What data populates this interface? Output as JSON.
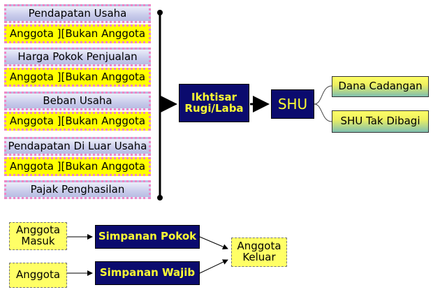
{
  "left_stack": [
    {
      "label": "Pendapatan Usaha",
      "style": "lavender"
    },
    {
      "label": "Anggota ][Bukan Anggota",
      "style": "yellow"
    },
    {
      "label": "Harga Pokok Penjualan",
      "style": "lavender"
    },
    {
      "label": "Anggota ][Bukan Anggota",
      "style": "yellow"
    },
    {
      "label": "Beban Usaha",
      "style": "lavender"
    },
    {
      "label": "Anggota ][Bukan Anggota",
      "style": "yellow"
    },
    {
      "label": "Pendapatan Di Luar Usaha",
      "style": "lavender"
    },
    {
      "label": "Anggota ][Bukan Anggota",
      "style": "yellow"
    },
    {
      "label": "Pajak Penghasilan",
      "style": "lavender"
    }
  ],
  "ikhtisar": {
    "line1": "Ikhtisar",
    "line2": "Rugi/Laba"
  },
  "shu": "SHU",
  "dana_cadangan": "Dana Cadangan",
  "shu_tak_dibagi": "SHU Tak Dibagi",
  "anggota_masuk": {
    "line1": "Anggota",
    "line2": "Masuk"
  },
  "anggota": "Anggota",
  "simpanan_pokok": "Simpanan Pokok",
  "simpanan_wajib": "Simpanan Wajib",
  "anggota_keluar": {
    "line1": "Anggota",
    "line2": "Keluar"
  },
  "colors": {
    "navy": "#0b0b6e",
    "yellow": "#ffff00",
    "lavender": "#c9cceb",
    "pink_dots": "#ef86c6",
    "navy_text": "#ffff33"
  }
}
